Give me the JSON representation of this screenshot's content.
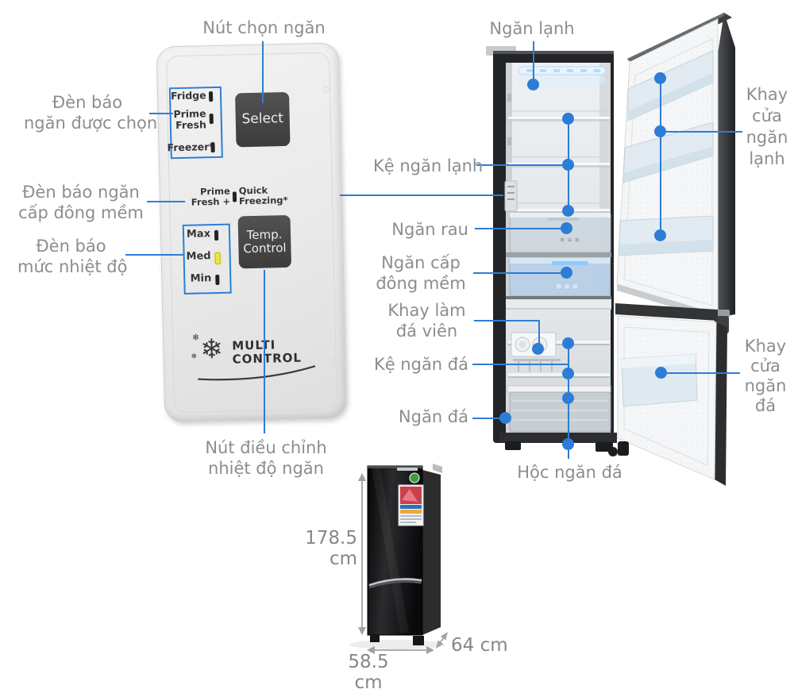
{
  "panel": {
    "fridge_label": "Fridge",
    "prime_fresh_line1": "Prime",
    "prime_fresh_line2": "Fresh",
    "freezer_label": "Freezer*",
    "select_label": "Select",
    "prime_plus_line1": "Prime",
    "prime_plus_line2": "Fresh +",
    "quick_line1": "Quick",
    "quick_line2": "Freezing*",
    "max_label": "Max",
    "med_label": "Med",
    "min_label": "Min",
    "temp_line1": "Temp.",
    "temp_line2": "Control",
    "logo_line1": "MULTI",
    "logo_line2": "CONTROL"
  },
  "callouts_left": {
    "nut_chon_ngan": "Nút chọn ngăn",
    "den_bao_chon_1": "Đèn báo",
    "den_bao_chon_2": "ngăn được chọn",
    "den_bao_cap_dong_1": "Đèn báo ngăn",
    "den_bao_cap_dong_2": "cấp đông mềm",
    "den_bao_nhiet_1": "Đèn báo",
    "den_bao_nhiet_2": "mức nhiệt độ",
    "nut_dieu_chinh_1": "Nút điều chỉnh",
    "nut_dieu_chinh_2": "nhiệt độ ngăn"
  },
  "callouts_fridge": {
    "ngan_lanh": "Ngăn lạnh",
    "khay_cua_ngan_lanh": [
      "Khay",
      "cửa",
      "ngăn",
      "lạnh"
    ],
    "ke_ngan_lanh": "Kệ ngăn lạnh",
    "ngan_rau": "Ngăn rau",
    "ngan_cap_dong_1": "Ngăn cấp",
    "ngan_cap_dong_2": "đông mềm",
    "khay_lam_da_1": "Khay làm",
    "khay_lam_da_2": "đá viên",
    "ke_ngan_da": "Kệ ngăn đá",
    "ngan_da": "Ngăn đá",
    "hoc_ngan_da": "Hộc ngăn đá",
    "khay_cua_ngan_da": [
      "Khay",
      "cửa",
      "ngăn",
      "đá"
    ]
  },
  "dimensions": {
    "height": "178.5 cm",
    "width": "58.5 cm",
    "depth": "64 cm"
  },
  "colors": {
    "accent_blue": "#2d7dd6",
    "label_gray": "#8b8d90",
    "button_dark": "#434343",
    "med_indicator_yellow": "#e9e549"
  }
}
